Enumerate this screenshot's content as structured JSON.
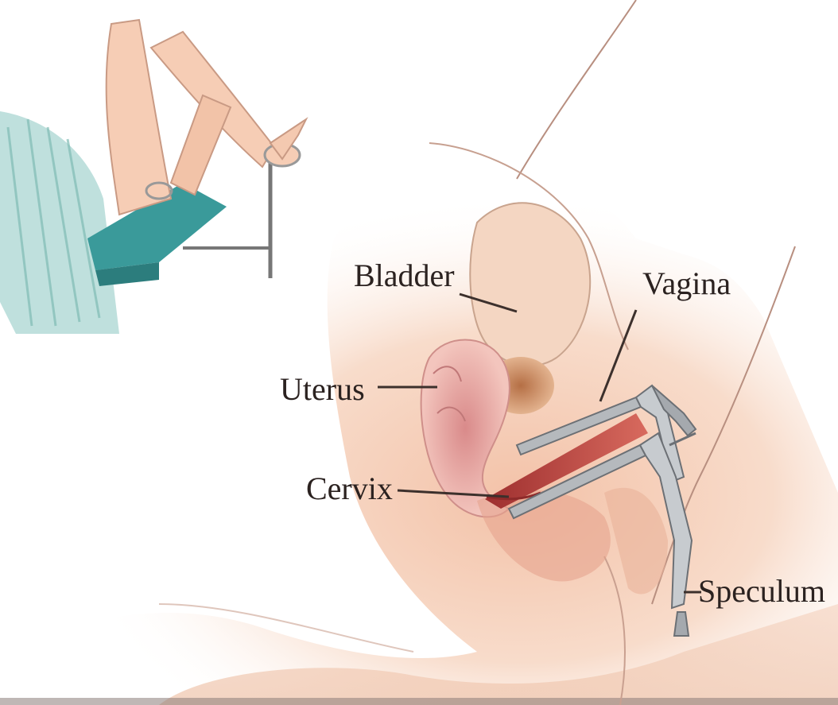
{
  "labels": {
    "bladder": "Bladder",
    "vagina": "Vagina",
    "uterus": "Uterus",
    "cervix": "Cervix",
    "speculum": "Speculum"
  },
  "colors": {
    "skin_light": "#fbe6d8",
    "skin_mid": "#f3c9b0",
    "skin_shadow": "#e9b39a",
    "uterus_pink": "#e7a6a2",
    "bladder_brown": "#c98a5e",
    "table_teal": "#3a9a9a",
    "drape_teal": "#8fc9c4",
    "speculum_gray": "#9a9ea3",
    "canal_red": "#c44b4b",
    "label_text": "#2b2220",
    "line": "#5a4a45"
  }
}
